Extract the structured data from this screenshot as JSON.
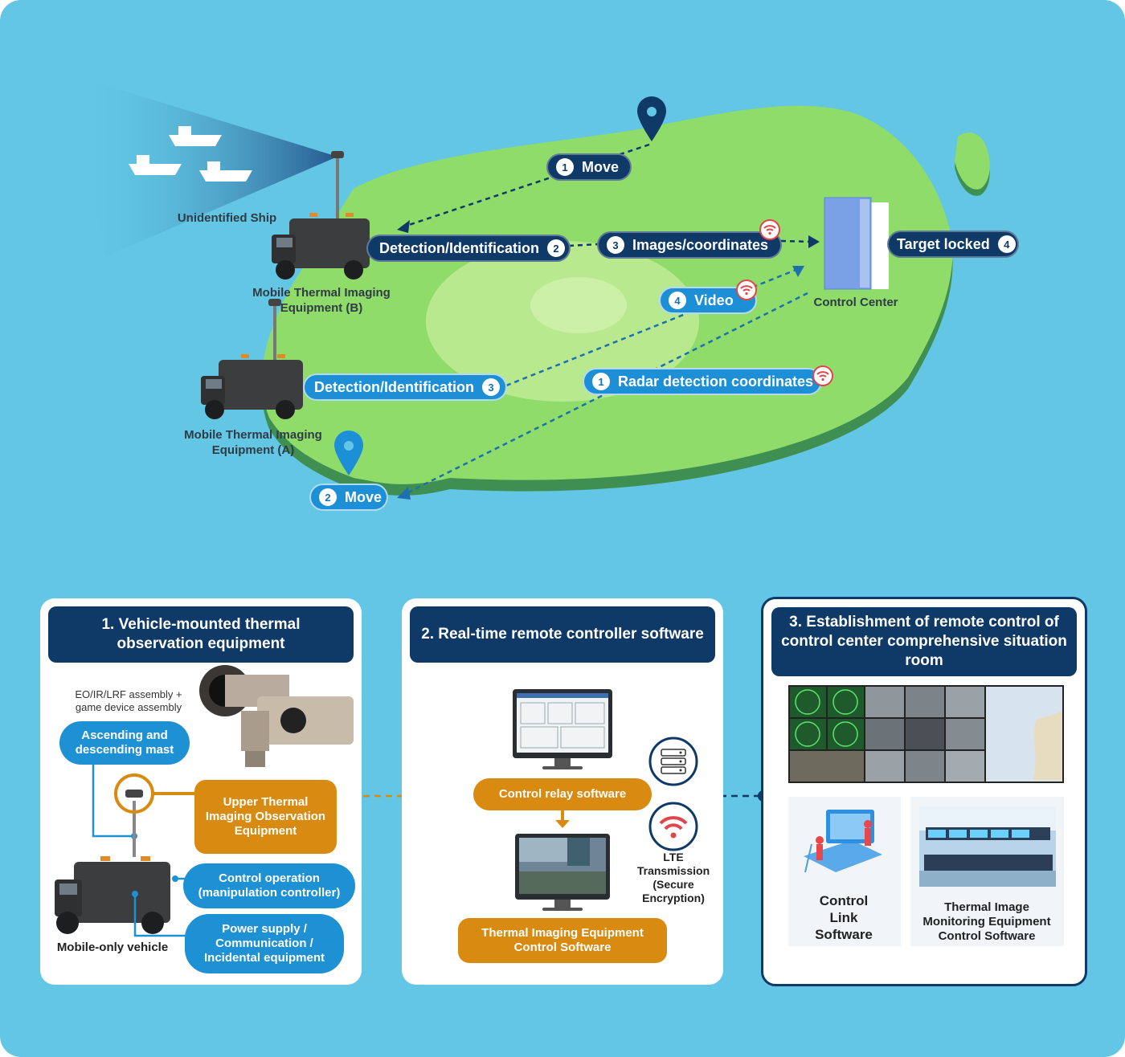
{
  "map": {
    "unidentified_ship": "Unidentified Ship",
    "equipment_b": "Mobile Thermal Imaging Equipment (B)",
    "equipment_a": "Mobile Thermal Imaging Equipment (A)",
    "control_center": "Control Center",
    "steps": [
      {
        "num": "1",
        "label": "Move"
      },
      {
        "num": "2",
        "label": "Detection/Identification"
      },
      {
        "num": "3",
        "label": "Images/coordinates"
      },
      {
        "num": "4",
        "label": "Target locked"
      },
      {
        "num": "4",
        "label": "Video"
      },
      {
        "num": "3",
        "label": "Detection/Identification"
      },
      {
        "num": "1",
        "label": "Radar detection coordinates"
      },
      {
        "num": "2",
        "label": "Move"
      }
    ]
  },
  "panels": [
    {
      "title": "1. Vehicle-mounted thermal observation equipment",
      "assembly_note": "EO/IR/LRF assembly + game device assembly",
      "mast": "Ascending and descending mast",
      "upper": "Upper Thermal Imaging Observation Equipment",
      "control_op": "Control operation (manipulation controller)",
      "power": "Power supply / Communication / Incidental equipment",
      "vehicle": "Mobile-only vehicle"
    },
    {
      "title": "2. Real-time remote controller software",
      "relay": "Control relay software",
      "lte": "LTE Transmission (Secure Encryption)",
      "thermal_sw": "Thermal Imaging Equipment Control Software"
    },
    {
      "title": "3. Establishment of remote control of control center comprehensive situation room",
      "link_sw": "Control Link Software",
      "monitor_sw": "Thermal Image Monitoring Equipment Control Software"
    }
  ],
  "colors": {
    "background": "#62c6e4",
    "navy": "#0f3966",
    "blue": "#1d8fd6",
    "orange": "#d98a10",
    "island": "#8fdc6a",
    "wifi": "#e0474c"
  },
  "icons": [
    "location-pin-icon",
    "wifi-icon",
    "ship-icon",
    "server-icon",
    "arrow-down-icon"
  ]
}
